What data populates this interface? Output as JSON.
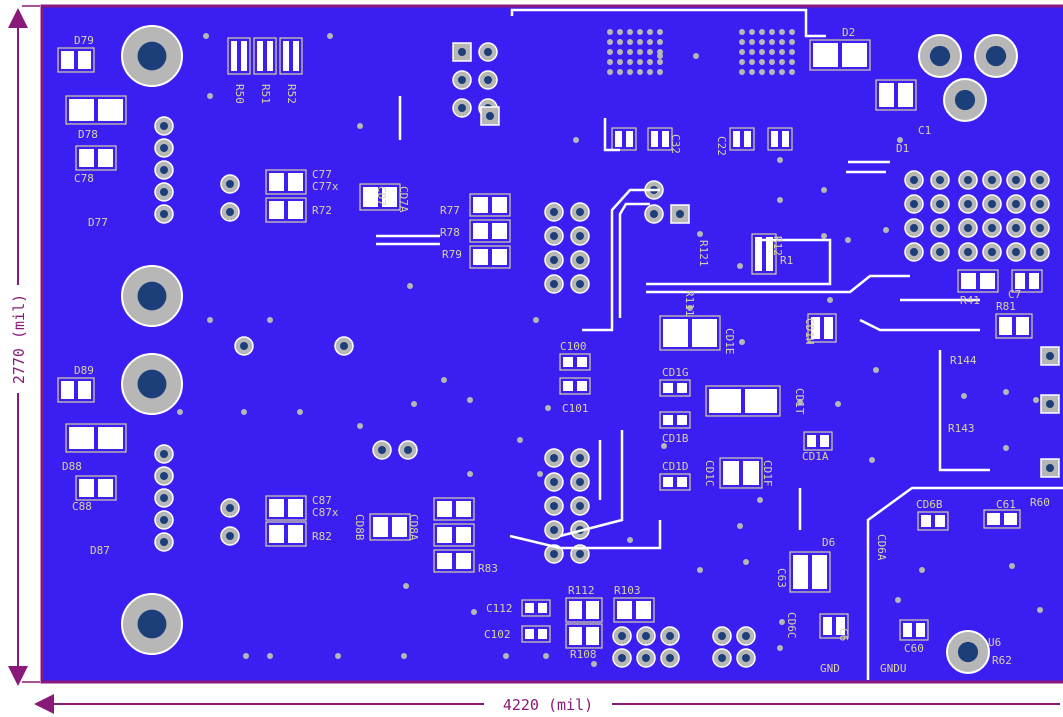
{
  "dimensions": {
    "width_label": "4220 (mil)",
    "height_label": "2770 (mil)"
  },
  "colors": {
    "board": "#3b1ef2",
    "edge": "#8a1a7a",
    "pad": "#b7b7b7",
    "hole": "#1c3f7a",
    "silk": "#d8d3a6",
    "dim": "#8a1a7a"
  },
  "labels": [
    "D79",
    "R50",
    "R51",
    "R52",
    "D2",
    "C1",
    "D1",
    "D78",
    "C78",
    "D77",
    "C32",
    "C22",
    "C77",
    "C77x",
    "R72",
    "CD7",
    "CD7A",
    "R77",
    "R78",
    "R79",
    "R121",
    "R12",
    "R1",
    "R41",
    "C7",
    "R81",
    "R111",
    "CD1E",
    "CD1H",
    "C100",
    "C101",
    "CD1G",
    "CD1B",
    "CD1T",
    "CD1A",
    "CD1D",
    "CD1C",
    "CD1F",
    "D89",
    "D88",
    "C88",
    "D87",
    "C87",
    "C87x",
    "R82",
    "CD8B",
    "CD8A",
    "R83",
    "R144",
    "R143",
    "CD6B",
    "C61",
    "R60",
    "D6",
    "CD6A",
    "C63",
    "R112",
    "R103",
    "C112",
    "C102",
    "R108",
    "CD6C",
    "C6",
    "C60",
    "R62",
    "U6",
    "GND",
    "GNDU"
  ]
}
